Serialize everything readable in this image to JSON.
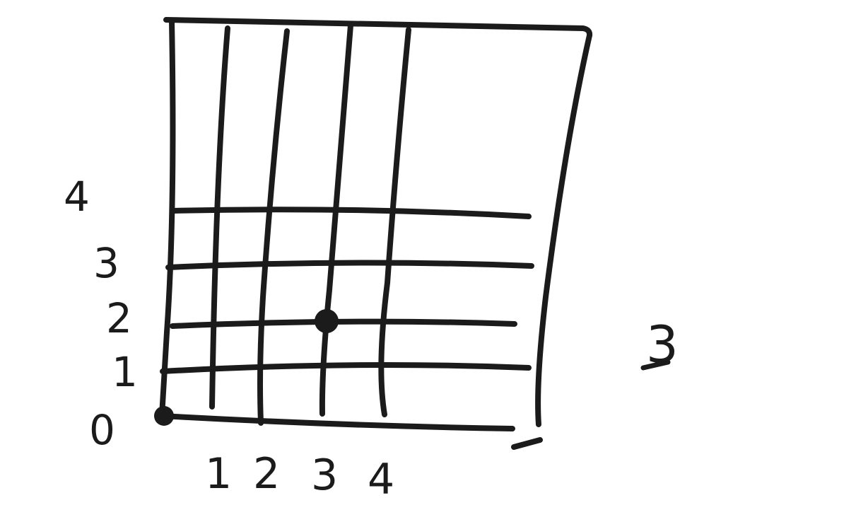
{
  "diagram": {
    "y_axis_labels": [
      "0",
      "1",
      "2",
      "3",
      "4"
    ],
    "x_axis_labels": [
      "1",
      "2",
      "3",
      "4"
    ],
    "side_label": "3",
    "marked_point": {
      "x": 3,
      "y": 2
    },
    "colors": {
      "ink": "#1b1b1b",
      "background": "#ffffff"
    }
  }
}
